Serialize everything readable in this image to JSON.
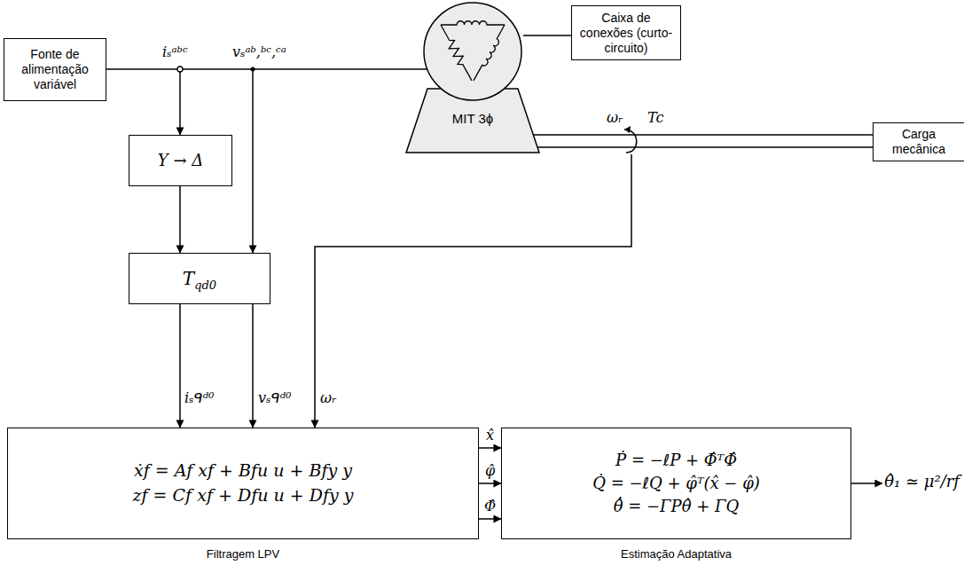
{
  "diagram": {
    "nodes": [
      {
        "text": [
          "Fonte de alimentação variável"
        ]
      },
      {
        "text": [
          "Caixa de conexões (curto-circuito)"
        ]
      },
      {
        "text": [
          "MIT 3ϕ"
        ]
      },
      {
        "text": [
          "Carga mecânica"
        ]
      },
      {
        "text": [
          "Y → Δ"
        ]
      },
      {
        "text": [
          "T",
          "qd0"
        ]
      },
      {
        "text": [
          "ẋf = Af xf + Bfu u + Bfy y",
          "zf = Cf xf + Dfu u + Dfy y",
          "Filtragem LPV"
        ]
      },
      {
        "text": [
          "Ṗ = −ℓP + Φ̂ᵀΦ̂",
          "Q̇ = −ℓQ + φ̂ᵀ(x̂ − φ̂)",
          "θ̂̇ = −ΓPθ̂ + ΓQ",
          "Estimação Adaptativa"
        ]
      }
    ],
    "edges": [
      {
        "from": 0,
        "to": 2,
        "arrow": "none"
      },
      {
        "from": 0,
        "to": 4,
        "arrow": "to"
      },
      {
        "from": 0,
        "to": 5,
        "arrow": "to"
      },
      {
        "from": 4,
        "to": 5,
        "arrow": "to"
      },
      {
        "from": 5,
        "to": 6,
        "label": "iₛᑫᵈ⁰",
        "arrow": "to"
      },
      {
        "from": 5,
        "to": 6,
        "label": "vₛᑫᵈ⁰",
        "arrow": "to"
      },
      {
        "from": 2,
        "to": 3,
        "arrow": "none"
      },
      {
        "from": 2,
        "to": 6,
        "label": "ωᵣ",
        "arrow": "to"
      },
      {
        "from": 6,
        "to": 7,
        "label": "x̂",
        "arrow": "to"
      },
      {
        "from": 6,
        "to": 7,
        "label": "φ̂",
        "arrow": "to"
      },
      {
        "from": 6,
        "to": 7,
        "label": "Φ̂",
        "arrow": "to"
      },
      {
        "from": 1,
        "to": 2,
        "arrow": "none"
      }
    ],
    "labels": [
      "iₛᵃᵇᶜ",
      "vₛᵃᵇ,ᵇᶜ,ᶜᵃ",
      "ωᵣ",
      "Tc",
      "θ̂₁ ≃ μ²/rf"
    ]
  }
}
